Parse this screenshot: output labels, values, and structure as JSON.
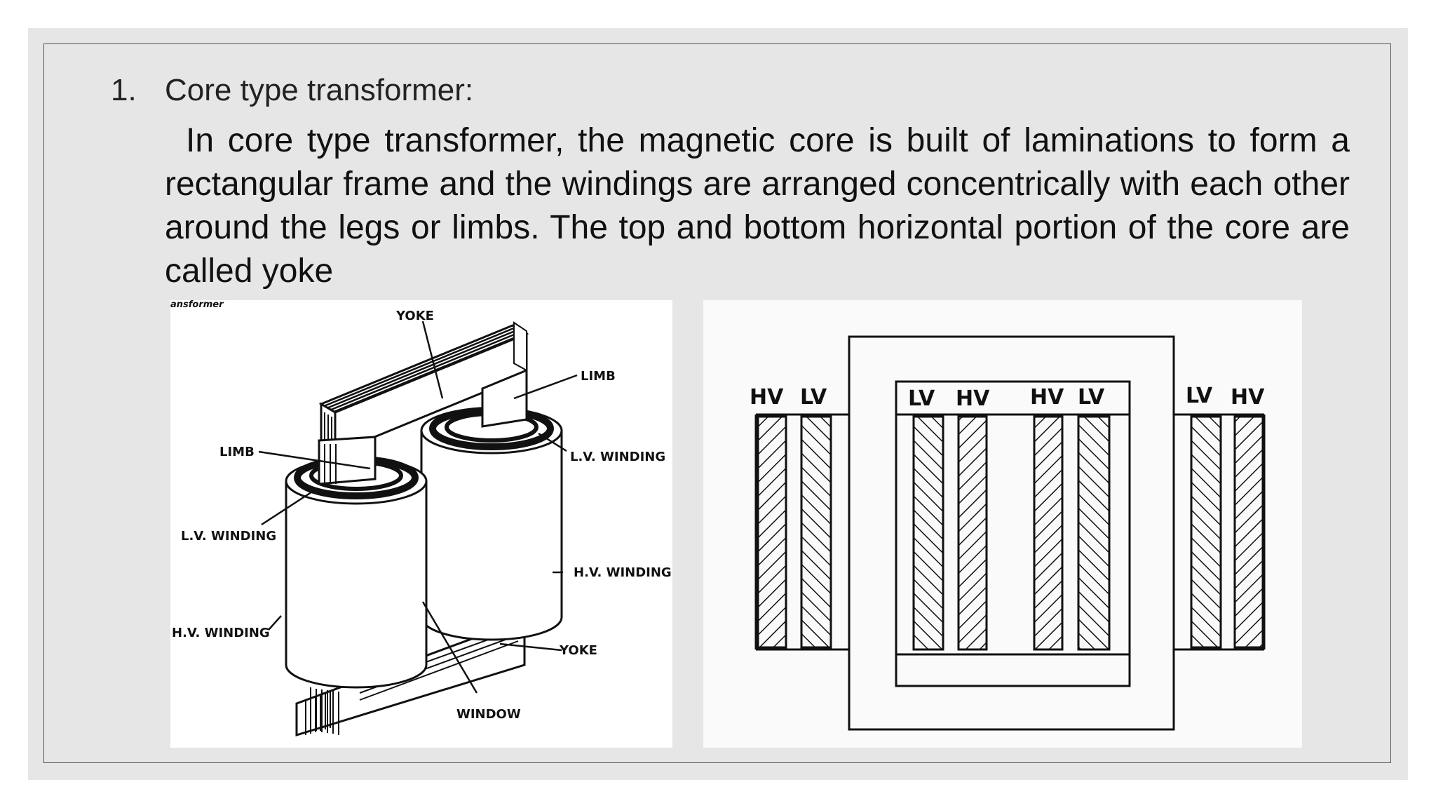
{
  "slide": {
    "item_number": "1.",
    "heading": "Core type transformer:",
    "paragraph": "In core type transformer, the magnetic core is built of laminations to form a rectangular frame and the windings are arranged concentrically with each other around the legs or limbs. The top and bottom horizontal portion of the core are called yoke"
  },
  "left_figure": {
    "crop_caption": "ansformer",
    "labels": {
      "yoke_top": "YOKE",
      "limb_right": "LIMB",
      "limb_left": "LIMB",
      "lv_winding_right": "L.V. WINDING",
      "lv_winding_left": "L.V. WINDING",
      "hv_winding_right": "H.V. WINDING",
      "hv_winding_left": "H.V. WINDING",
      "yoke_bottom": "YOKE",
      "window": "WINDOW"
    }
  },
  "right_figure": {
    "labels": [
      "HV",
      "LV",
      "LV",
      "HV",
      "HV",
      "LV",
      "LV",
      "HV"
    ]
  }
}
